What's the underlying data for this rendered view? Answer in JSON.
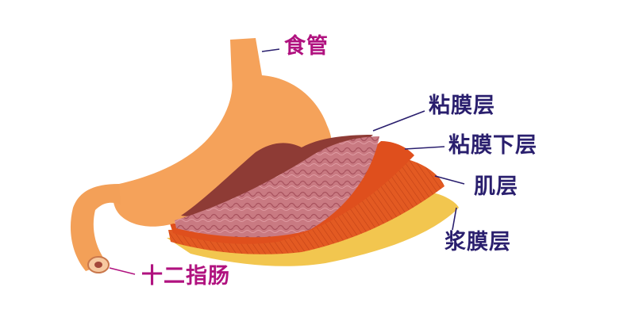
{
  "labels": {
    "esophagus": "食管",
    "mucosa": "粘膜层",
    "submucosa": "粘膜下层",
    "muscle": "肌层",
    "serosa": "浆膜层",
    "duodenum": "十二指肠"
  },
  "colors": {
    "stomach": "#f5a25a",
    "mucosa": "#c9777f",
    "submucosa": "#e0541f",
    "muscle": "#f07a2a",
    "serosa": "#f2c64f",
    "label_blue": "#2a1f6e",
    "label_magenta": "#b0127f"
  }
}
